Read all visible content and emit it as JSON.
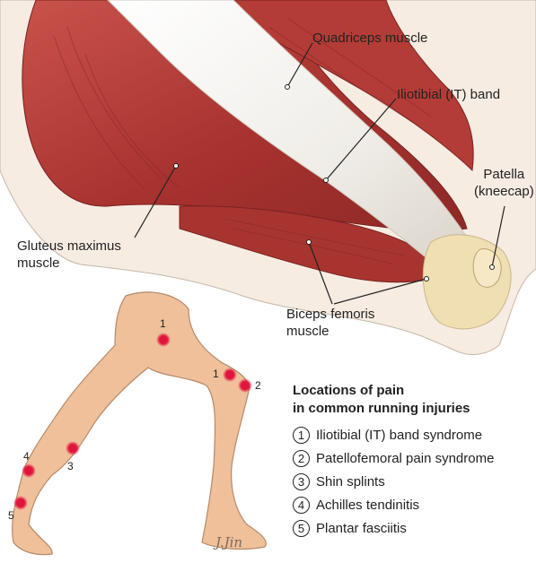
{
  "labels": {
    "quadriceps": "Quadriceps muscle",
    "it_band": "Iliotibial (IT) band",
    "patella": "Patella\n(kneecap)",
    "gluteus": "Gluteus maximus\nmuscle",
    "biceps": "Biceps femoris\nmuscle"
  },
  "pain_points": [
    "1",
    "1",
    "2",
    "3",
    "4",
    "5"
  ],
  "legend": {
    "title": "Locations of pain\nin common running injuries",
    "items": [
      {
        "num": "1",
        "label": "Iliotibial (IT) band syndrome"
      },
      {
        "num": "2",
        "label": "Patellofemoral pain syndrome"
      },
      {
        "num": "3",
        "label": "Shin splints"
      },
      {
        "num": "4",
        "label": "Achilles tendinitis"
      },
      {
        "num": "5",
        "label": "Plantar fasciitis"
      }
    ]
  },
  "signature": "J.Jin",
  "colors": {
    "muscle": "#b23a36",
    "muscle_light": "#d46a5f",
    "tendon": "#f1eee9",
    "skin": "#efc09a",
    "pain": "#e0143c",
    "text": "#222222"
  }
}
